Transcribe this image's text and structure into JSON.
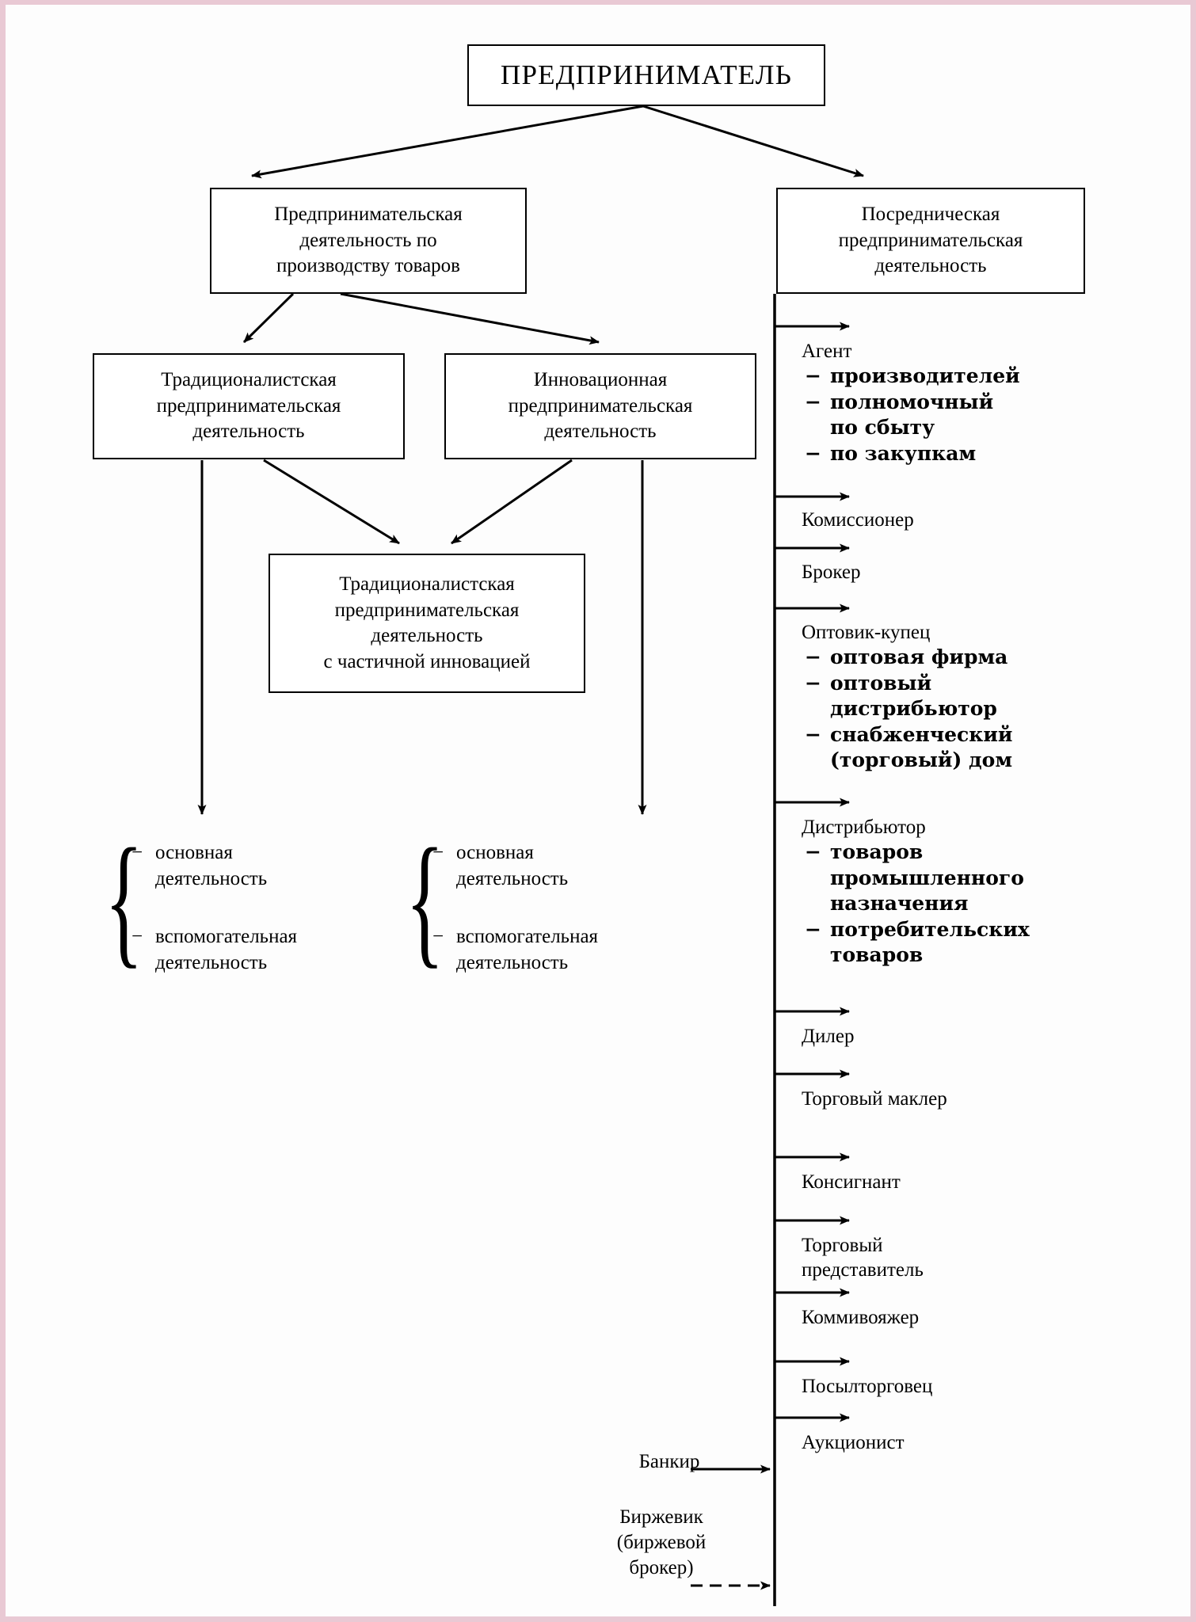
{
  "diagram": {
    "title": "ПРЕДПРИНИМАТЕЛЬ",
    "boxes": {
      "production": [
        "Предпринимательская",
        "деятельность по",
        "производству товаров"
      ],
      "mediation": [
        "Посредническая",
        "предпринимательская",
        "деятельность"
      ],
      "traditional": [
        "Традиционалистская",
        "предпринимательская",
        "деятельность"
      ],
      "innovative": [
        "Инновационная",
        "предпринимательская",
        "деятельность"
      ],
      "partial": [
        "Традиционалистская",
        "предпринимательская",
        "деятельность",
        "с частичной инновацией"
      ]
    },
    "braces": {
      "left": {
        "item1_l1": "основная",
        "item1_l2": "деятельность",
        "item2_l1": "вспомогательная",
        "item2_l2": "деятельность",
        "dash": "−"
      },
      "right": {
        "item1_l1": "основная",
        "item1_l2": "деятельность",
        "item2_l1": "вспомогательная",
        "item2_l2": "деятельность",
        "dash": "−"
      }
    },
    "mediator_list": [
      {
        "name": "Агент",
        "subs": [
          {
            "l1": "производителей",
            "l2": ""
          },
          {
            "l1": "полномочный",
            "l2": "по сбыту"
          },
          {
            "l1": "по закупкам",
            "l2": ""
          }
        ]
      },
      {
        "name": "Комиссионер",
        "subs": []
      },
      {
        "name": "Брокер",
        "subs": []
      },
      {
        "name": "Оптовик-купец",
        "subs": [
          {
            "l1": "оптовая фирма",
            "l2": ""
          },
          {
            "l1": "оптовый",
            "l2": "дистрибьютор"
          },
          {
            "l1": "снабженческий",
            "l2": "(торговый) дом"
          }
        ]
      },
      {
        "name": "Дистрибьютор",
        "subs": [
          {
            "l1": "товаров",
            "l2": "промышленного"
          },
          {
            "l1": "",
            "l2": "назначения"
          },
          {
            "l1": "потребительских",
            "l2": "товаров"
          }
        ]
      },
      {
        "name": "Дилер",
        "subs": []
      },
      {
        "name": "Торговый маклер",
        "subs": []
      },
      {
        "name": "Консигнант",
        "subs": []
      },
      {
        "name": "Торговый",
        "name2": "представитель",
        "subs": []
      },
      {
        "name": "Коммивояжер",
        "subs": []
      },
      {
        "name": "Посылторговец",
        "subs": []
      },
      {
        "name": "Аукционист",
        "subs": []
      }
    ],
    "incoming_left": {
      "banker": "Банкир",
      "exchange_l1": "Биржевик",
      "exchange_l2": "(биржевой",
      "exchange_l3": "брокер)"
    },
    "sub_dash": "−",
    "colors": {
      "line": "#000000",
      "background": "#ffffff",
      "page_edge": "#e9c9d4"
    }
  }
}
